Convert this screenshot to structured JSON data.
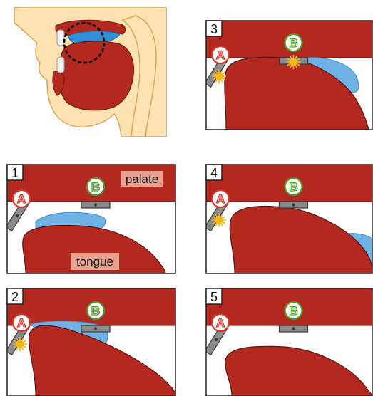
{
  "overview": {
    "colors": {
      "skin": "#fce3b1",
      "skin_stroke": "#d9a65a",
      "tissue": "#b3281f",
      "tissue_stroke": "#6e1711",
      "saliva": "#2f8fd8",
      "highlight_circle": "#000000"
    }
  },
  "panels": [
    {
      "number": "3",
      "has_saliva": true,
      "sensor_a_active": true,
      "sensor_b_active": true
    },
    {
      "number": "1",
      "has_saliva": true,
      "sensor_a_active": false,
      "sensor_b_active": false,
      "palate_label": "palate",
      "tongue_label": "tongue"
    },
    {
      "number": "4",
      "has_saliva": true,
      "sensor_a_active": true,
      "sensor_b_active": false
    },
    {
      "number": "2",
      "has_saliva": true,
      "sensor_a_active": true,
      "sensor_b_active": false
    },
    {
      "number": "5",
      "has_saliva": false,
      "sensor_a_active": false,
      "sensor_b_active": false
    }
  ],
  "sensors": {
    "a_label": "A",
    "b_label": "B"
  },
  "colors": {
    "palate": "#b3281f",
    "tongue": "#b3281f",
    "outline": "#5a1410",
    "saliva": "#6fb3e6",
    "saliva_edge": "#3f8fd0",
    "sensor_body": "#8a8a8a",
    "sensor_dark": "#3a3a3a",
    "active_glow": "#f2b51a",
    "badge_a_ring": "#d9342b",
    "badge_b_ring": "#4c9a2a",
    "label_bg": "#e8a08f",
    "panel_border": "#222222"
  }
}
